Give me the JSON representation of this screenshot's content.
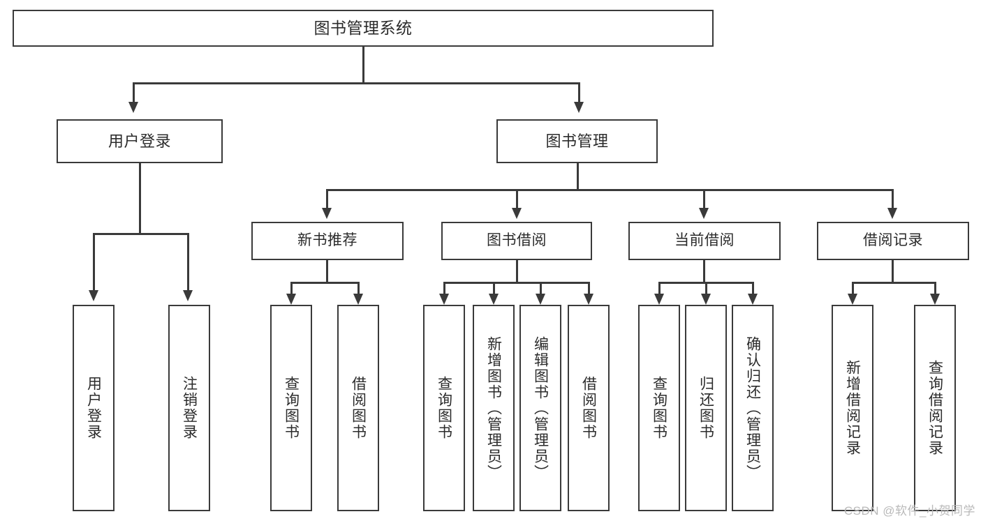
{
  "diagram": {
    "title": "图书管理系统",
    "root": {
      "label": "图书管理系统"
    },
    "level1": [
      {
        "label": "用户登录"
      },
      {
        "label": "图书管理"
      }
    ],
    "level2": [
      {
        "label": "新书推荐"
      },
      {
        "label": "图书借阅"
      },
      {
        "label": "当前借阅"
      },
      {
        "label": "借阅记录"
      }
    ],
    "leaves": {
      "user_login": [
        {
          "label": "用户登录"
        },
        {
          "label": "注销登录"
        }
      ],
      "new_book_recommend": [
        {
          "label": "查询图书"
        },
        {
          "label": "借阅图书"
        }
      ],
      "book_borrow": [
        {
          "label": "查询图书"
        },
        {
          "label": "新增图书（管理员）"
        },
        {
          "label": "编辑图书（管理员）"
        },
        {
          "label": "借阅图书"
        }
      ],
      "current_borrow": [
        {
          "label": "查询图书"
        },
        {
          "label": "归还图书"
        },
        {
          "label": "确认归还（管理员）"
        }
      ],
      "borrow_record": [
        {
          "label": "新增借阅记录"
        },
        {
          "label": "查询借阅记录"
        }
      ]
    }
  },
  "watermark": {
    "text": "CSDN @软件_小贺同学"
  },
  "colors": {
    "stroke": "#3a3a3a",
    "text": "#2b2b2b",
    "background": "#ffffff",
    "watermark": "#b9b9b9"
  }
}
